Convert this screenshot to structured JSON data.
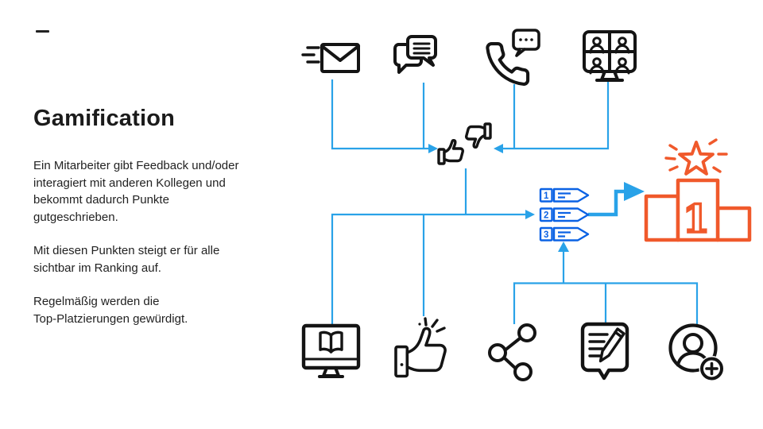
{
  "slide": {
    "title": "Gamification",
    "paragraphs": [
      "Ein Mitarbeiter gibt Feedback und/oder\ninteragiert mit anderen Kollegen und\nbekommt dadurch Punkte\ngutgeschrieben.",
      "Mit diesen Punkten steigt er für alle\nsichtbar im Ranking auf.",
      "Regelmäßig werden die\nTop-Platzierungen gewürdigt."
    ]
  },
  "diagram": {
    "top_source_icons": [
      "email-icon",
      "chat-icon",
      "phone-call-icon",
      "video-conference-icon"
    ],
    "center_icon": "feedback-thumbs-icon",
    "bottom_source_icons": [
      "e-learning-icon",
      "like-icon",
      "share-icon",
      "feedback-note-icon",
      "add-contact-icon"
    ],
    "ranking": {
      "items": [
        "1",
        "2",
        "3"
      ]
    },
    "podium": {
      "first_place": "1"
    },
    "colors": {
      "connector_blue": "#29A2E8",
      "ranking_blue": "#0B62E4",
      "podium_orange": "#F0592B",
      "icon_black": "#141414"
    }
  }
}
